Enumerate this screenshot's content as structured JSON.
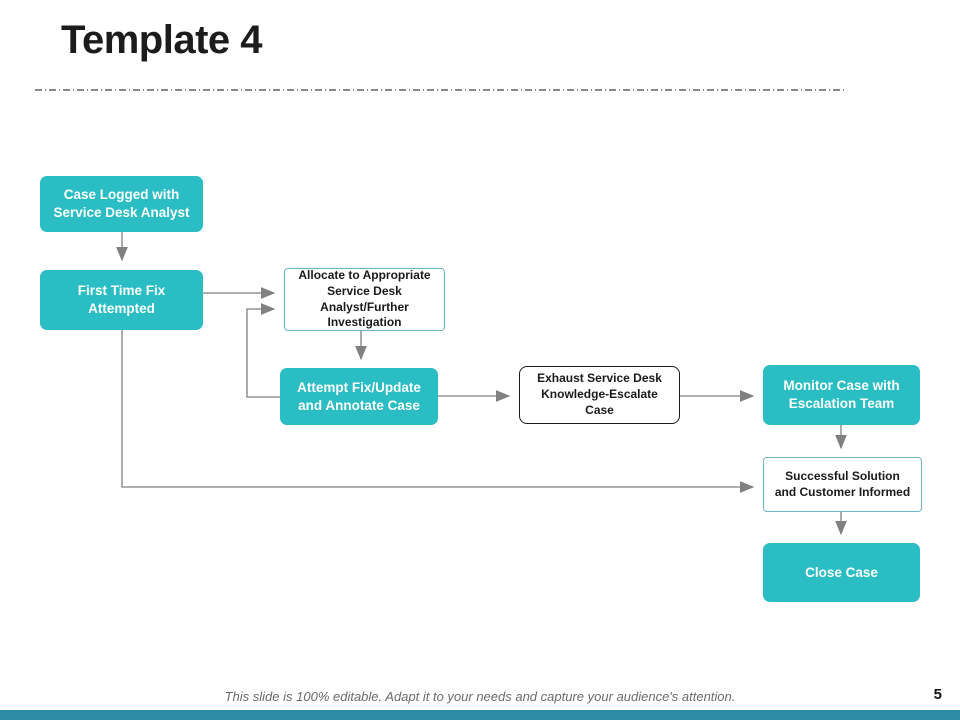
{
  "slide": {
    "title": "Template 4",
    "footer": "This slide is 100% editable. Adapt it to your needs and capture your audience's attention.",
    "page_number": "5"
  },
  "colors": {
    "node_teal": "#2ABDC3",
    "node_text_on_teal": "#FFFFFF",
    "outline_teal_border": "#6FB3C4",
    "outline_dark_border": "#1A1A1A",
    "connector_gray": "#7F7F7F",
    "divider_gray": "#404040",
    "bottom_bar_teal": "#2E8CA8",
    "title_color": "#1C1C1B",
    "footer_gray": "#6B6B6B"
  },
  "flowchart": {
    "nodes": [
      {
        "id": "case-logged",
        "label": "Case Logged with Service Desk Analyst",
        "variant": "teal"
      },
      {
        "id": "first-time-fix",
        "label": "First Time Fix Attempted",
        "variant": "teal"
      },
      {
        "id": "allocate",
        "label": "Allocate to Appropriate Service Desk Analyst/Further Investigation",
        "variant": "outline-teal"
      },
      {
        "id": "attempt-fix",
        "label": "Attempt Fix/Update and Annotate Case",
        "variant": "teal"
      },
      {
        "id": "exhaust",
        "label": "Exhaust Service Desk Knowledge-Escalate Case",
        "variant": "outline-dark"
      },
      {
        "id": "monitor",
        "label": "Monitor Case with Escalation Team",
        "variant": "teal"
      },
      {
        "id": "successful-solution",
        "label": "Successful Solution and Customer Informed",
        "variant": "outline-teal"
      },
      {
        "id": "close-case",
        "label": "Close Case",
        "variant": "teal"
      }
    ],
    "edges": [
      {
        "from": "case-logged",
        "to": "first-time-fix"
      },
      {
        "from": "first-time-fix",
        "to": "allocate"
      },
      {
        "from": "attempt-fix",
        "to": "allocate"
      },
      {
        "from": "allocate",
        "to": "attempt-fix"
      },
      {
        "from": "attempt-fix",
        "to": "exhaust"
      },
      {
        "from": "exhaust",
        "to": "monitor"
      },
      {
        "from": "monitor",
        "to": "successful-solution"
      },
      {
        "from": "successful-solution",
        "to": "close-case"
      },
      {
        "from": "first-time-fix",
        "to": "successful-solution"
      }
    ]
  }
}
